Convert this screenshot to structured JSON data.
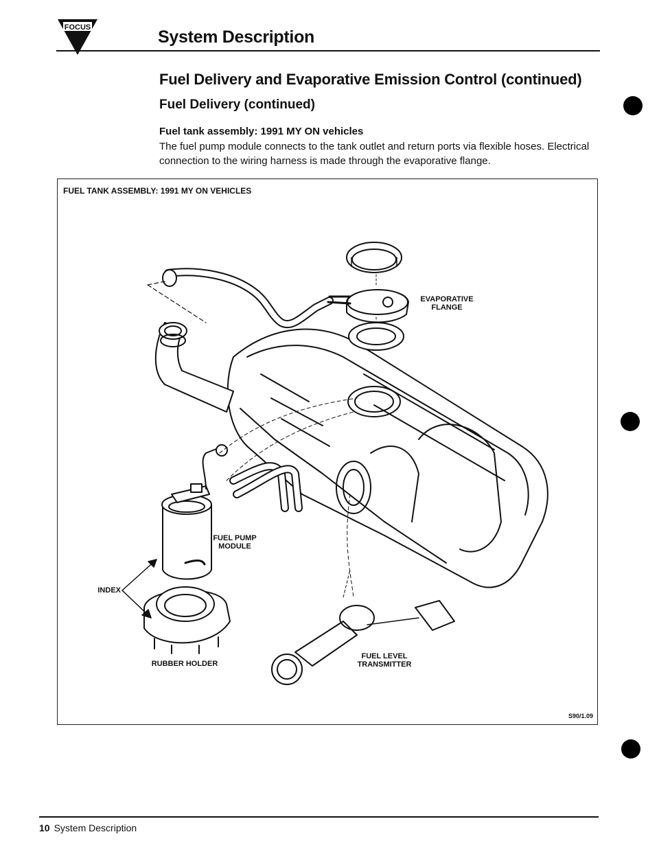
{
  "header": {
    "logo_text": "FOCUS",
    "section_title": "System Description"
  },
  "content": {
    "heading": "Fuel Delivery and Evaporative Emission Control (continued)",
    "subheading": "Fuel Delivery (continued)",
    "subsection": "Fuel tank assembly: 1991 MY ON vehicles",
    "paragraph": "The fuel pump module connects to the tank outlet and return ports via flexible hoses. Electrical connection to the wiring harness is made through the evaporative flange."
  },
  "figure": {
    "caption": "FUEL TANK ASSEMBLY: 1991 MY ON VEHICLES",
    "labels": {
      "evaporative_flange": [
        "EVAPORATIVE",
        "FLANGE"
      ],
      "fuel_pump_module": [
        "FUEL PUMP",
        "MODULE"
      ],
      "index": "INDEX",
      "rubber_holder": "RUBBER HOLDER",
      "fuel_level_transmitter": [
        "FUEL LEVEL",
        "TRANSMITTER"
      ]
    },
    "reference": "S90/1.09"
  },
  "footer": {
    "page_number": "10",
    "label": "System Description"
  }
}
